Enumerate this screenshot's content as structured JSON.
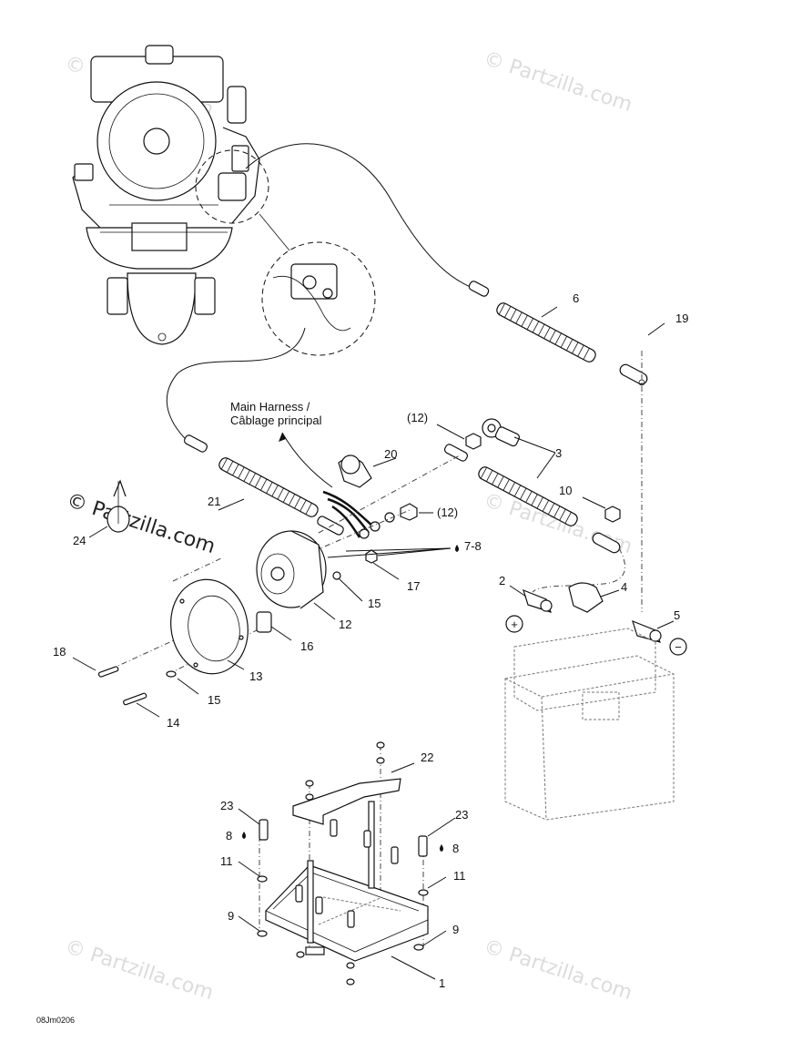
{
  "harness_label": {
    "line1": "Main Harness /",
    "line2": "Câblage principal"
  },
  "callouts": {
    "c1": "1",
    "c2": "2",
    "c3": "3",
    "c4": "4",
    "c5": "5",
    "c6": "6",
    "c78": "7-8",
    "c8a": "8",
    "c8b": "8",
    "c9a": "9",
    "c9b": "9",
    "c10": "10",
    "c11a": "11",
    "c11b": "11",
    "c12": "12",
    "c12a": "(12)",
    "c12b": "(12)",
    "c13": "13",
    "c14": "14",
    "c15a": "15",
    "c15b": "15",
    "c16": "16",
    "c17": "17",
    "c18": "18",
    "c19": "19",
    "c20": "20",
    "c21": "21",
    "c22": "22",
    "c23a": "23",
    "c23b": "23",
    "c24": "24"
  },
  "symbols": {
    "plus": "+",
    "minus": "−"
  },
  "watermark": {
    "text": "© Partzilla.com"
  },
  "drawing_code": "08Jm0206"
}
